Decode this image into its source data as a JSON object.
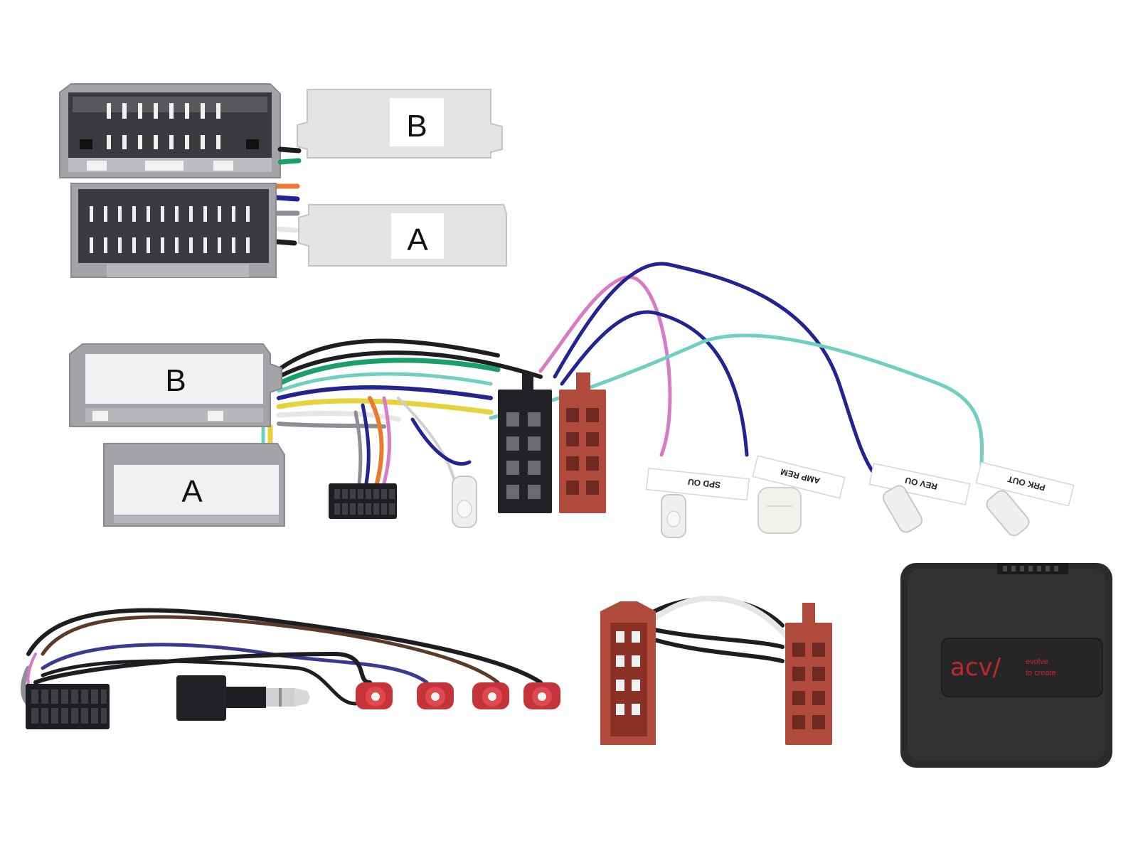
{
  "top_connectors": {
    "b_label": "B",
    "a_label": "A"
  },
  "harness": {
    "b_label": "B",
    "a_label": "A",
    "tags": [
      {
        "text": "SPD OU"
      },
      {
        "text": "AMP REM"
      },
      {
        "text": "REV OU"
      },
      {
        "text": "PRK OUT"
      }
    ],
    "wire_colors": {
      "pink": "#d77bc4",
      "navy": "#23248f",
      "teal": "#6fcfc0",
      "green": "#19a06a",
      "black": "#1e1e22",
      "grey": "#8e8e96",
      "yellow": "#e6d23a",
      "orange": "#e87b2c"
    }
  },
  "module": {
    "logo": "acv/",
    "tagline_1": "evolve",
    "tagline_2": "to create."
  },
  "colors": {
    "connector_grey": "#a8a8ac",
    "connector_light": "#e6e6e8",
    "iso_brown": "#b04a3c",
    "iso_black": "#222226",
    "module_body": "#2b2b2d",
    "brand_red": "#c0282c"
  }
}
